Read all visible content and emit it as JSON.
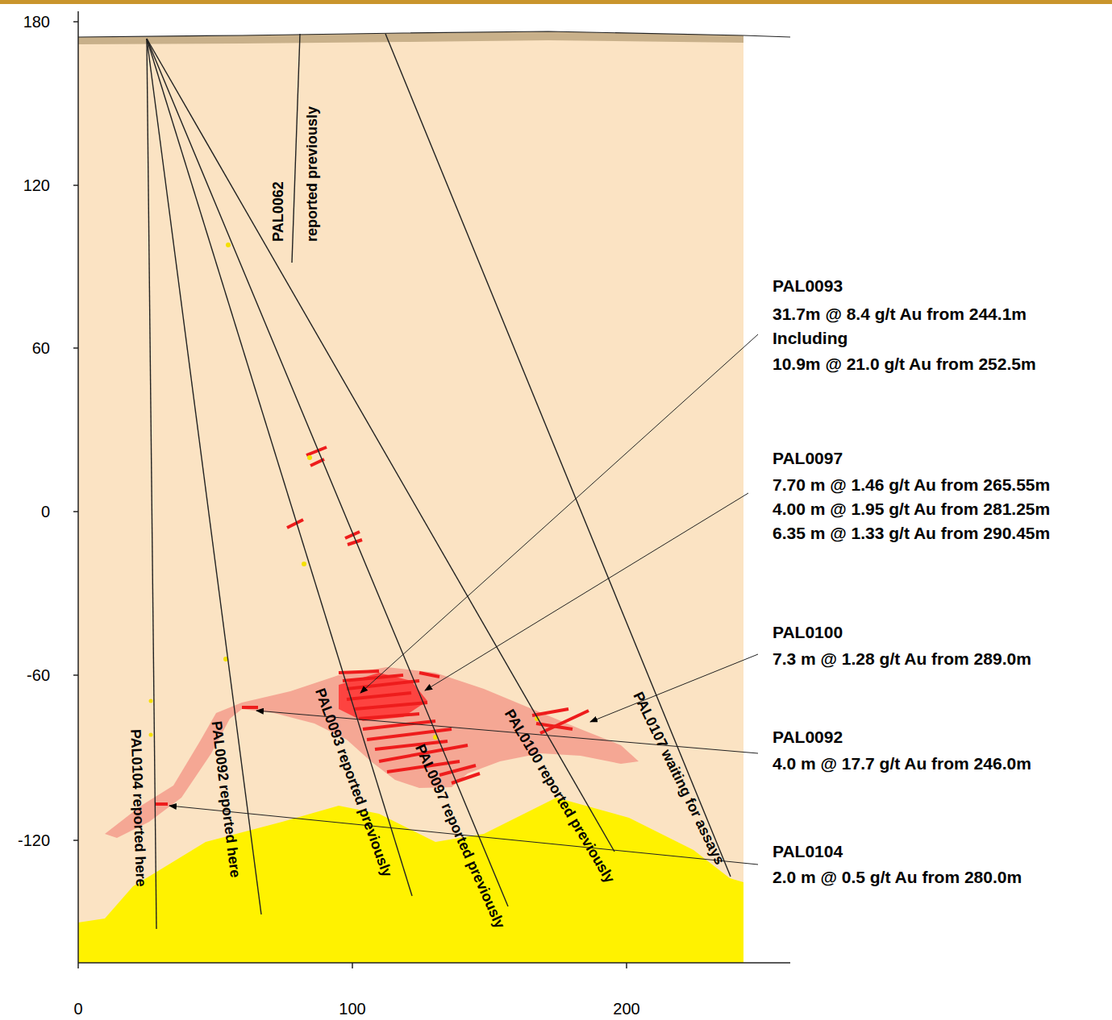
{
  "diagram": {
    "labels": [
      "180",
      "120",
      "60",
      "0",
      "-60",
      "-120",
      "0",
      "100",
      "200",
      "PAL0062",
      "reported previously",
      "PAL0093",
      "31.7m @ 8.4 g/t Au from 244.1m",
      "Including",
      "10.9m @ 21.0 g/t Au from 252.5m",
      "PAL0097",
      "7.70 m @ 1.46 g/t Au from 265.55m",
      "4.00 m @ 1.95 g/t Au from 281.25m",
      "6.35 m @ 1.33 g/t Au from 290.45m",
      "PAL0100",
      "7.3 m @ 1.28 g/t Au from 289.0m",
      "PAL0092",
      "4.0 m @ 17.7 g/t Au from 246.0m",
      "PAL0104",
      "2.0 m @ 0.5 g/t Au from 280.0m",
      "PAL0104 reported here",
      "PAL0092 reported here",
      "PAL0093 reported previously",
      "PAL0097 reported previously",
      "PAL0100 reported previously",
      "PAL0107 waiting for assays"
    ]
  }
}
